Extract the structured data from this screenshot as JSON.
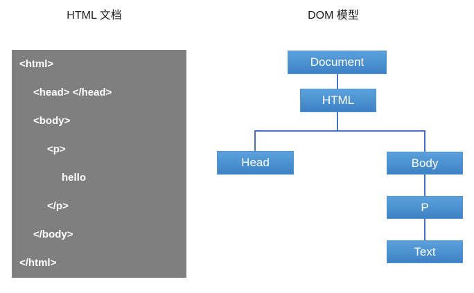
{
  "left_panel": {
    "title": "HTML 文档",
    "code_lines": [
      {
        "text": "<html>",
        "indent": 0
      },
      {
        "text": "<head> </head>",
        "indent": 1
      },
      {
        "text": "<body>",
        "indent": 1
      },
      {
        "text": "<p>",
        "indent": 2
      },
      {
        "text": "hello",
        "indent": 3
      },
      {
        "text": "</p>",
        "indent": 2
      },
      {
        "text": "</body>",
        "indent": 1
      },
      {
        "text": "</html>",
        "indent": 0
      }
    ]
  },
  "right_panel": {
    "title": "DOM 模型",
    "tree": {
      "label": "Document",
      "children": [
        {
          "label": "HTML",
          "children": [
            {
              "label": "Head",
              "children": []
            },
            {
              "label": "Body",
              "children": [
                {
                  "label": "P",
                  "children": [
                    {
                      "label": "Text",
                      "children": []
                    }
                  ]
                }
              ]
            }
          ]
        }
      ]
    }
  },
  "colors": {
    "box_gray": "#7f7f7f",
    "code_text": "#ffffff",
    "node_fill_top": "#5ba1dc",
    "node_fill_bottom": "#3e82c5",
    "node_border": "#4f93d2",
    "node_text": "#ffffff",
    "connector": "#4472c4",
    "title_text": "#1a1a1a"
  }
}
